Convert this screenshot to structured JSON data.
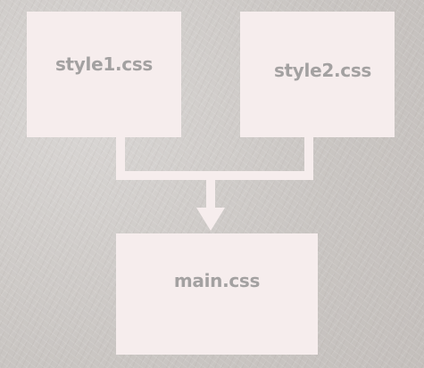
{
  "diagram": {
    "colors": {
      "box_fill": "#f6eded",
      "label_text": "#a3a1a1",
      "connector": "#f6eded"
    },
    "nodes": {
      "style1": {
        "label": "style1.css"
      },
      "style2": {
        "label": "style2.css"
      },
      "main": {
        "label": "main.css"
      }
    },
    "edges": [
      {
        "from": "style1.css",
        "to": "main.css"
      },
      {
        "from": "style2.css",
        "to": "main.css"
      }
    ]
  }
}
